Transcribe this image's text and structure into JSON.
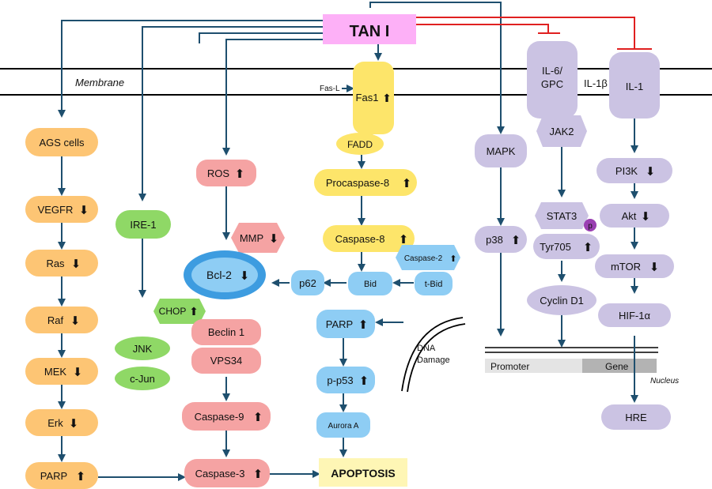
{
  "title": "TAN I",
  "membrane_label": "Membrane",
  "nucleus_label": "Nucleus",
  "fasl_label": "Fas-L",
  "il1b_label": "IL-1β",
  "dna_damage": [
    "DNA",
    "Damage"
  ],
  "promoter_label": "Promoter",
  "gene_label": "Gene",
  "phospho_label": "p",
  "apoptosis_label": "APOPTOSIS",
  "nodes": {
    "ags": "AGS cells",
    "vegfr": "VEGFR",
    "ras": "Ras",
    "raf": "Raf",
    "mek": "MEK",
    "erk": "Erk",
    "parp_left": "PARP",
    "ire1": "IRE-1",
    "chop": "CHOP",
    "jnk": "JNK",
    "cjun": "c-Jun",
    "ros": "ROS",
    "mmp": "MMP",
    "bcl2": "Bcl-2",
    "beclin": "Beclin 1",
    "vps34": "VPS34",
    "casp9": "Caspase-9",
    "casp3": "Caspase-3",
    "fas1": "Fas1",
    "fadd": "FADD",
    "procasp8": "Procaspase-8",
    "casp8": "Caspase-8",
    "casp2": "Caspase-2",
    "bid": "Bid",
    "tbid": "t-Bid",
    "p62": "p62",
    "parp_mid": "PARP",
    "pp53": "p-p53",
    "aurora": "Aurora A",
    "mapk": "MAPK",
    "p38": "p38",
    "il6": [
      "IL-6/",
      "GPC"
    ],
    "jak2": "JAK2",
    "stat3": "STAT3",
    "tyr705": "Tyr705",
    "cyclin": "Cyclin D1",
    "il1": "IL-1",
    "pi3k": "PI3K",
    "akt": "Akt",
    "mtor": "mTOR",
    "hif": "HIF-1α",
    "hre": "HRE"
  },
  "colors": {
    "orange": "#fdc574",
    "green": "#8fd866",
    "pink": "#f5a3a3",
    "yellow": "#fde56a",
    "blue": "#8ecdf4",
    "purple": "#cbc3e3",
    "magenta": "#fdb0f7",
    "arrow": "#1e4f6e",
    "inhibit": "#e02020",
    "apoptosis_box": "#fef6b5"
  }
}
